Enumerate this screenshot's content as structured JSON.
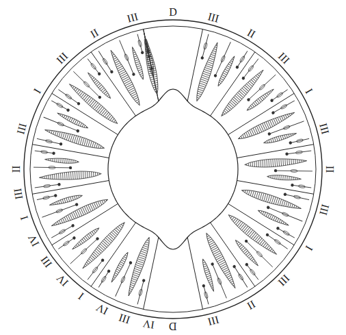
{
  "diagram": {
    "labels": [
      "D",
      "III",
      "II",
      "III",
      "I",
      "III",
      "II",
      "III",
      "I",
      "III",
      "II",
      "III",
      "D",
      "IV",
      "III",
      "IV",
      "I",
      "IV",
      "III",
      "IV",
      "I",
      "III",
      "II",
      "III",
      "I",
      "III",
      "II",
      "III"
    ]
  }
}
